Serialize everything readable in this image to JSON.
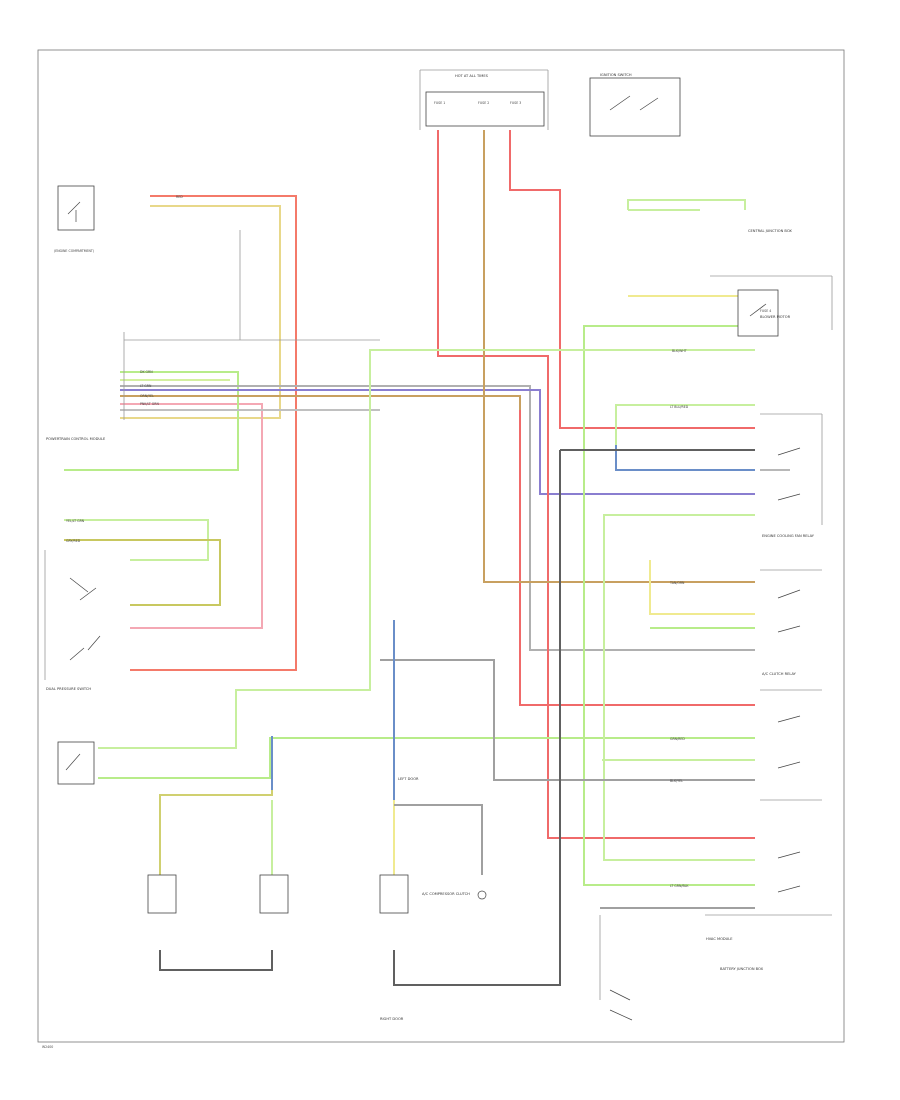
{
  "colors": {
    "red": "#f06a6a",
    "pink": "#f4a8b4",
    "orange": "#f0a060",
    "tan": "#c8a060",
    "green": "#9fe27a",
    "lightgreen": "#c7ef9e",
    "yellow": "#f0ea90",
    "blue": "#6a8ec8",
    "violet": "#8a7ed0",
    "gray": "#9a9a9a",
    "darkgray": "#606060"
  },
  "footer": {
    "code": "W2400"
  },
  "labels": [
    {
      "id": "hot-at-all-times",
      "text": "HOT AT ALL TIMES"
    },
    {
      "id": "ignition-switch",
      "text": "IGNITION SWITCH"
    },
    {
      "id": "engine-compt",
      "text": "(ENGINE COMPARTMENT)"
    },
    {
      "id": "central-junction-box",
      "text": "CENTRAL JUNCTION BOX"
    },
    {
      "id": "pcm",
      "text": "POWERTRAIN CONTROL MODULE"
    },
    {
      "id": "dual-pressure-switch",
      "text": "DUAL PRESSURE SWITCH"
    },
    {
      "id": "blower-motor",
      "text": "BLOWER MOTOR"
    },
    {
      "id": "engine-cooling-fan-relay",
      "text": "ENGINE COOLING FAN RELAY"
    },
    {
      "id": "ac-clutch-relay",
      "text": "A/C CLUTCH RELAY"
    },
    {
      "id": "ac-compressor-clutch",
      "text": "A/C COMPRESSOR CLUTCH"
    },
    {
      "id": "left-door",
      "text": "LEFT DOOR"
    },
    {
      "id": "right-door",
      "text": "RIGHT DOOR"
    },
    {
      "id": "battery-junction-box",
      "text": "BATTERY JUNCTION BOX"
    },
    {
      "id": "hvac-module",
      "text": "HVAC MODULE"
    }
  ],
  "wire_codes": [
    "RED",
    "DK GRN",
    "LT GRN",
    "ORN/YEL",
    "PNK/LT GRN",
    "YEL/LT GRN",
    "GRY/RED",
    "BLK/WHT",
    "LT BLU/RED",
    "TAN/ORN",
    "GRN/RED",
    "BLK/YEL",
    "LT GRN/BLK"
  ],
  "fuses": [
    "FUSE 1",
    "FUSE 2",
    "FUSE 3",
    "FUSE 4"
  ]
}
